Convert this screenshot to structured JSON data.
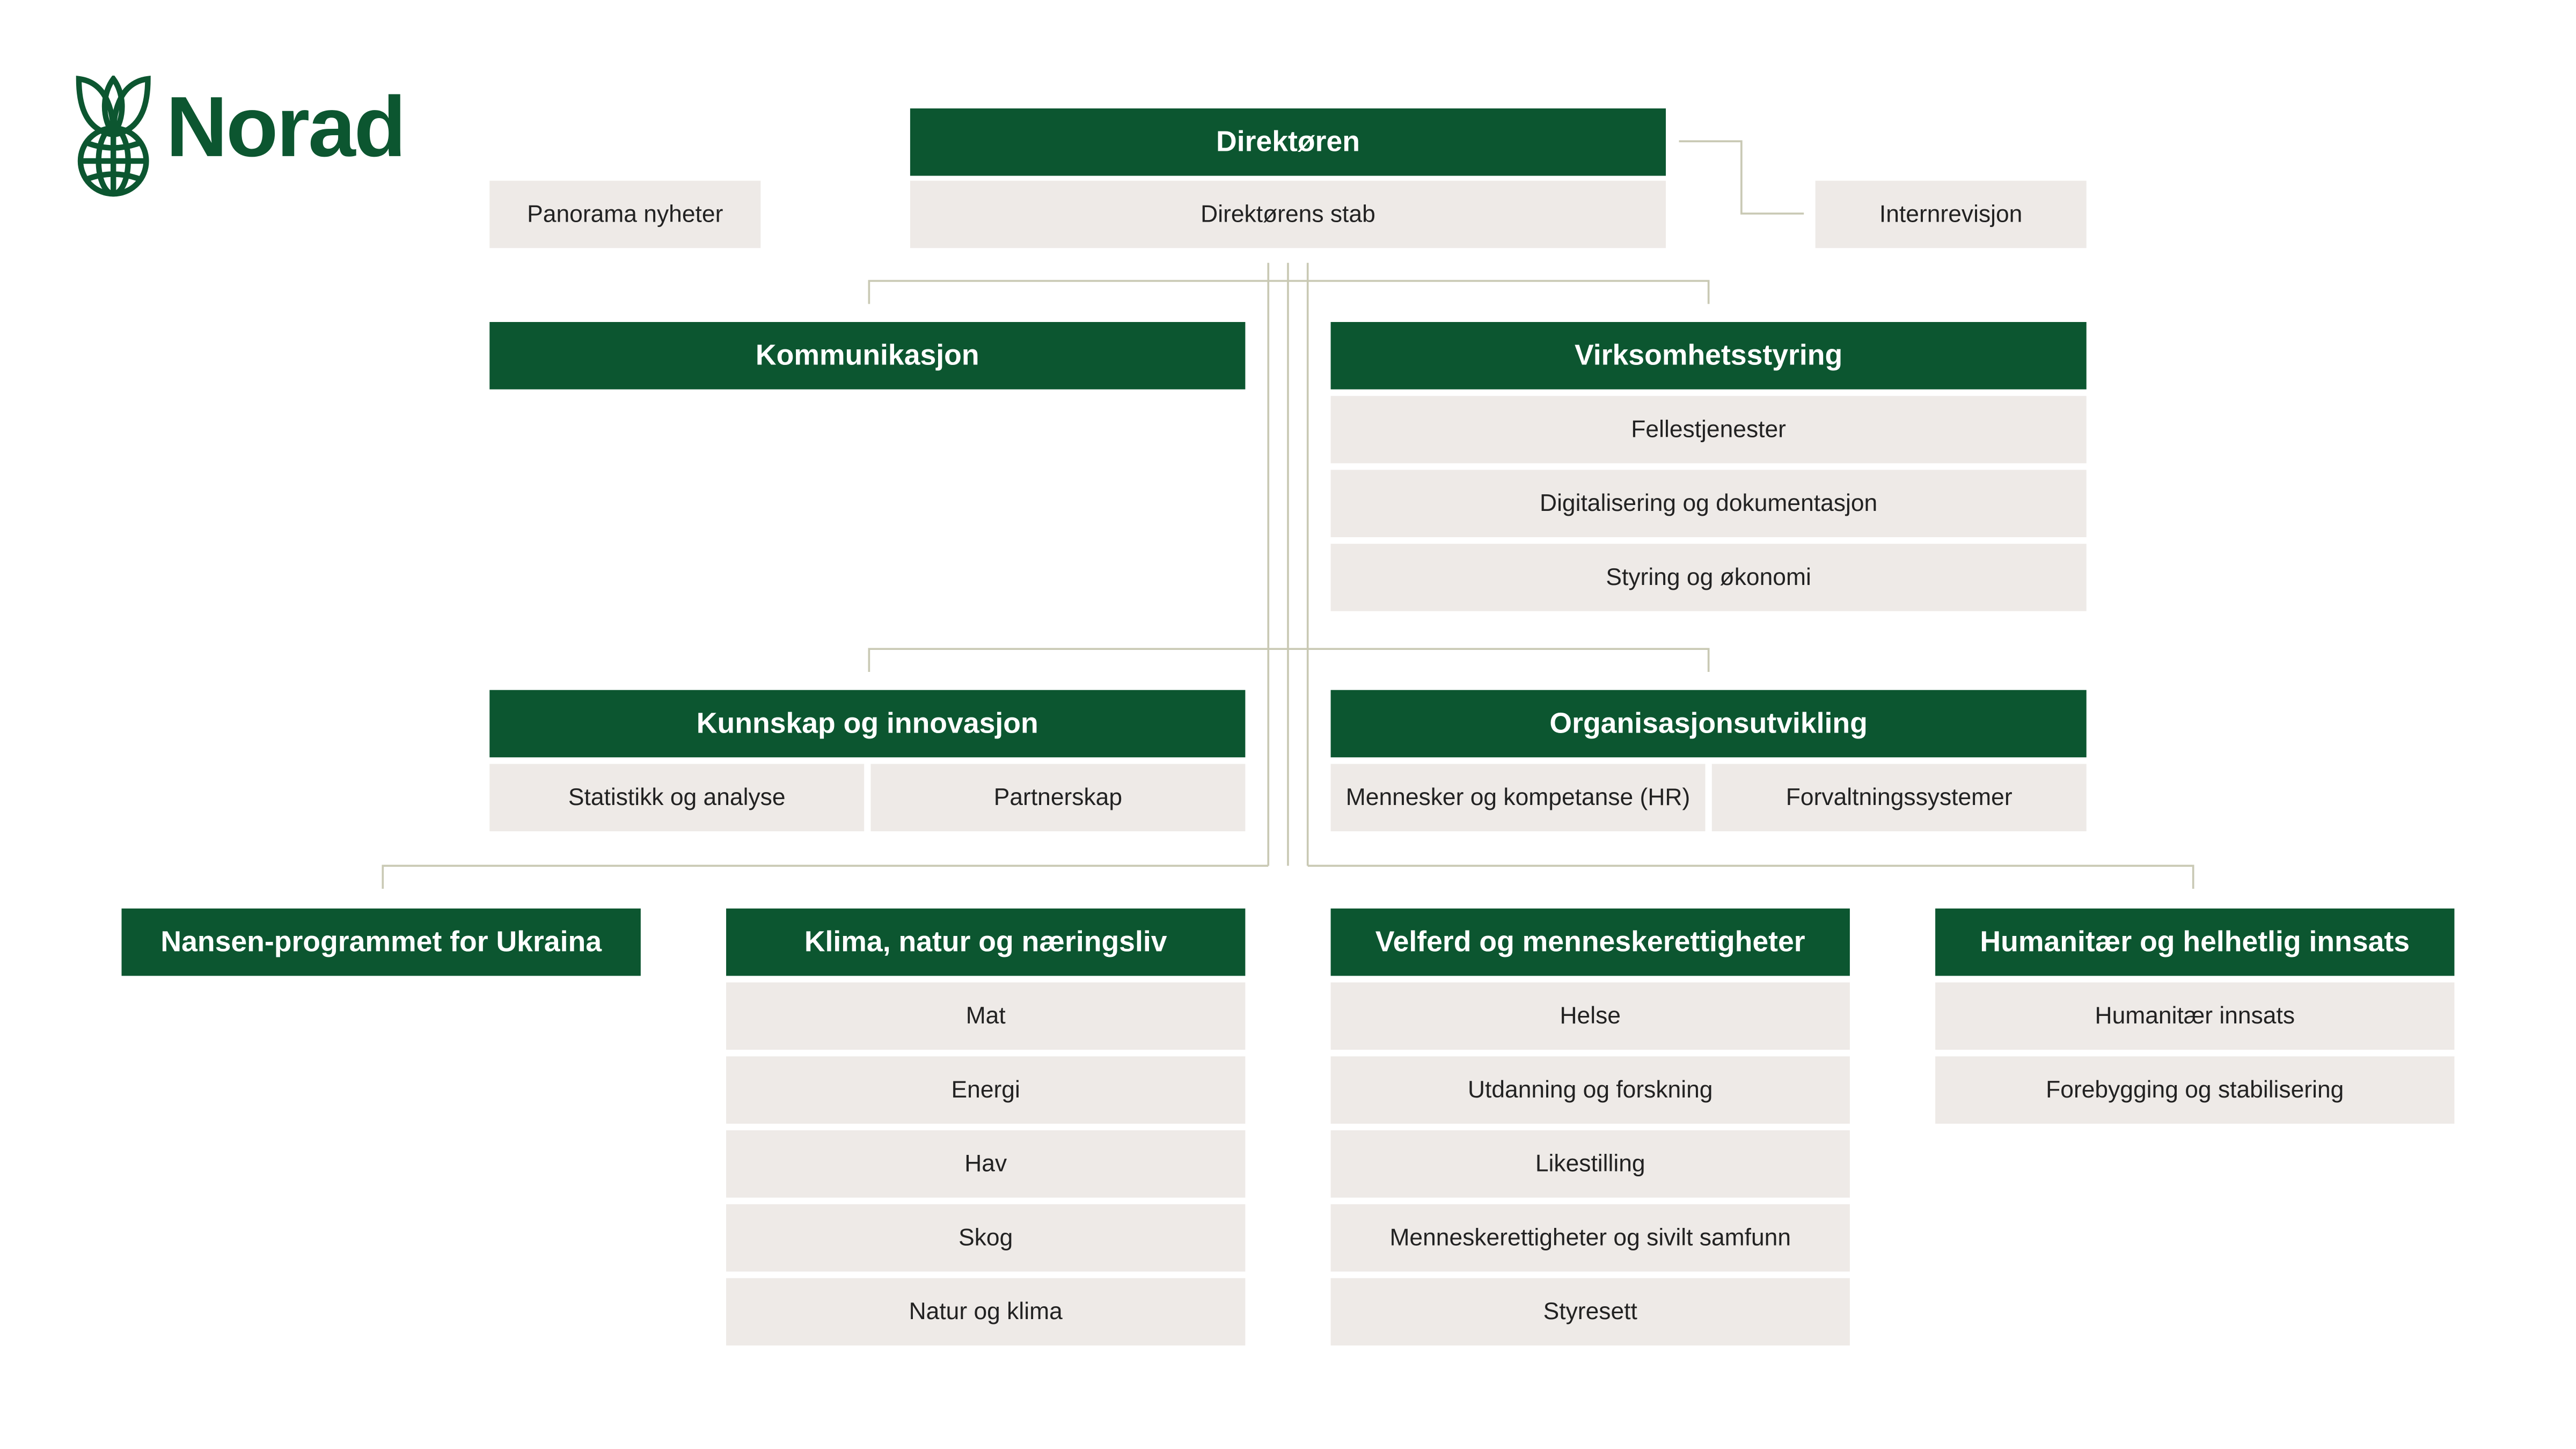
{
  "logo": {
    "text": "Norad",
    "icon": "globe-leaf-icon",
    "color": "#0c5630"
  },
  "colors": {
    "header": "#0c5630",
    "subunit": "#eeeae7",
    "connector": "#c9c9b4"
  },
  "top": {
    "director": "Direktøren",
    "staff": "Direktørens stab",
    "side_left": "Panorama nyheter",
    "side_right": "Internrevisjon"
  },
  "row1": {
    "kommunikasjon": {
      "title": "Kommunikasjon"
    },
    "virksomhetsstyring": {
      "title": "Virksomhetsstyring",
      "units": [
        "Fellestjenester",
        "Digitalisering og dokumentasjon",
        "Styring og økonomi"
      ]
    }
  },
  "row2": {
    "kunnskap": {
      "title": "Kunnskap og innovasjon",
      "units": [
        "Statistikk og analyse",
        "Partnerskap"
      ]
    },
    "organisasjon": {
      "title": "Organisasjonsutvikling",
      "units": [
        "Mennesker og kompetanse (HR)",
        "Forvaltningssystemer"
      ]
    }
  },
  "row3": {
    "nansen": {
      "title": "Nansen-programmet for Ukraina"
    },
    "klima": {
      "title": "Klima, natur og næringsliv",
      "units": [
        "Mat",
        "Energi",
        "Hav",
        "Skog",
        "Natur og klima"
      ]
    },
    "velferd": {
      "title": "Velferd og menneskerettigheter",
      "units": [
        "Helse",
        "Utdanning og forskning",
        "Likestilling",
        "Menneskerettigheter og sivilt samfunn",
        "Styresett"
      ]
    },
    "humanitaer": {
      "title": "Humanitær og helhetlig innsats",
      "units": [
        "Humanitær innsats",
        "Forebygging og stabilisering"
      ]
    }
  }
}
